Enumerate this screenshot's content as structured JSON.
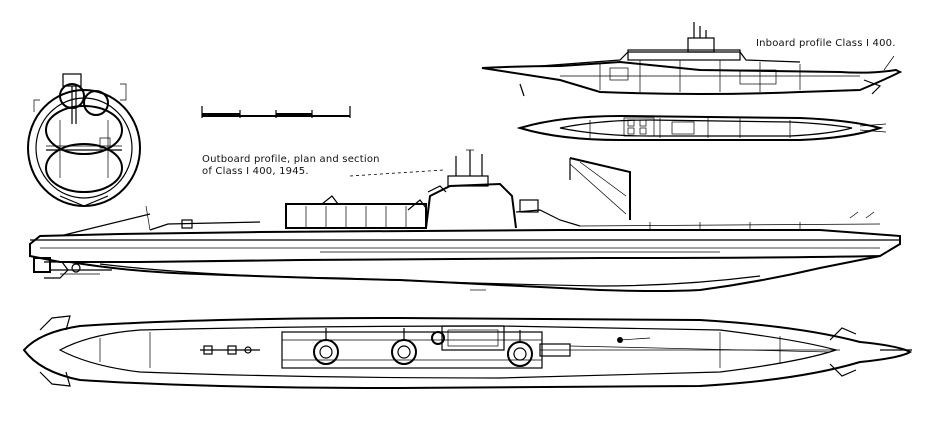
{
  "captions": {
    "inboard": "Inboard profile Class I 400.",
    "outboard_line1": "Outboard profile, plan and section",
    "outboard_line2": "of Class I 400, 1945."
  },
  "colors": {
    "ink": "#000000",
    "paper": "#ffffff"
  }
}
